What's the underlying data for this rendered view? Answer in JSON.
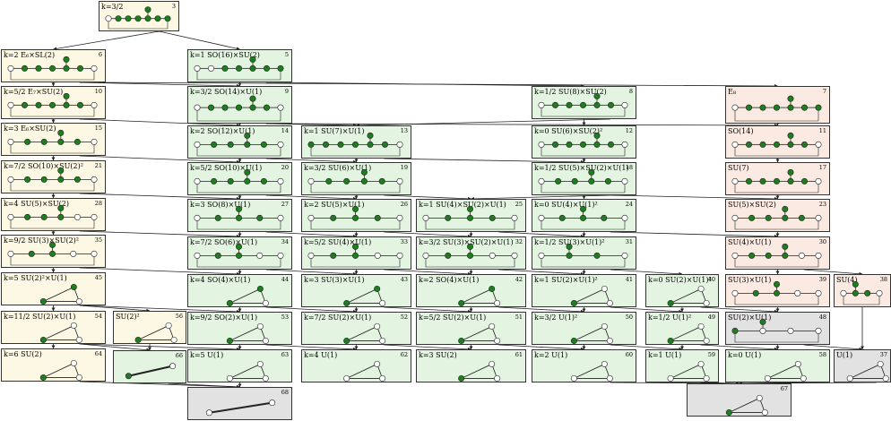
{
  "nodes": [
    {
      "id": "3",
      "label": "k=3/2",
      "color": "yellow",
      "kind": "chain",
      "n": 7,
      "filled": [
        1,
        2,
        3,
        4,
        5,
        6
      ]
    },
    {
      "id": "6",
      "label": "k=2  E₆×SL(2)",
      "color": "yellow",
      "kind": "chain",
      "n": 7,
      "filled": [
        1,
        2,
        3,
        4,
        5
      ]
    },
    {
      "id": "5",
      "label": "k=1  SO(16)×SU(2)",
      "color": "green",
      "kind": "chain",
      "n": 7,
      "filled": [
        2,
        3,
        4,
        5,
        6
      ]
    },
    {
      "id": "10",
      "label": "k=5/2  E₇×SU(2)",
      "color": "yellow",
      "kind": "chain",
      "n": 7,
      "filled": [
        1,
        2,
        3,
        4,
        5
      ]
    },
    {
      "id": "9",
      "label": "k=3/2  SO(14)×U(1)",
      "color": "green",
      "kind": "chain",
      "n": 7,
      "filled": [
        1,
        2,
        3,
        4,
        5
      ]
    },
    {
      "id": "8",
      "label": "k=1/2  SU(8)×SU(2)",
      "color": "green",
      "kind": "chain",
      "n": 7,
      "filled": [
        1,
        2,
        3,
        4,
        5
      ]
    },
    {
      "id": "7",
      "label": "E₈",
      "color": "pink",
      "kind": "chain",
      "n": 7,
      "filled": [
        1,
        2,
        3,
        4,
        5,
        6
      ]
    },
    {
      "id": "15",
      "label": "k=3  E₆×SU(2)",
      "color": "yellow",
      "kind": "chain",
      "n": 6,
      "filled": [
        1,
        2,
        3,
        4
      ]
    },
    {
      "id": "14",
      "label": "k=2  SO(12)×U(1)",
      "color": "green",
      "kind": "chain",
      "n": 6,
      "filled": [
        1,
        2,
        3,
        4
      ]
    },
    {
      "id": "13",
      "label": "k=1  SU(7)×U(1)",
      "color": "green",
      "kind": "chain",
      "n": 7,
      "filled": [
        0,
        1,
        2,
        3,
        4,
        5
      ]
    },
    {
      "id": "12",
      "label": "k=0  SU(6)×SU(2)²",
      "color": "green",
      "kind": "chain",
      "n": 7,
      "filled": [
        1,
        2,
        3,
        4,
        5
      ]
    },
    {
      "id": "11",
      "label": "SO(14)",
      "color": "pink",
      "kind": "chain",
      "n": 7,
      "filled": [
        1,
        2,
        3,
        4,
        5
      ]
    },
    {
      "id": "21",
      "label": "k=7/2  SO(10)×SU(2)²",
      "color": "yellow",
      "kind": "chain",
      "n": 6,
      "filled": [
        1,
        2,
        3,
        4
      ]
    },
    {
      "id": "20",
      "label": "k=5/2  SO(10)×U(1)",
      "color": "green",
      "kind": "chain",
      "n": 6,
      "filled": [
        1,
        2,
        3,
        4
      ]
    },
    {
      "id": "19",
      "label": "k=3/2  SU(6)×U(1)",
      "color": "green",
      "kind": "chain",
      "n": 6,
      "filled": [
        1,
        2,
        3,
        4
      ]
    },
    {
      "id": "18",
      "label": "k=1/2  SU(5)×SU(2)×U(1)",
      "color": "green",
      "kind": "chain",
      "n": 6,
      "filled": [
        1,
        2,
        3,
        4
      ]
    },
    {
      "id": "17",
      "label": "SU(7)",
      "color": "pink",
      "kind": "chain",
      "n": 7,
      "filled": [
        1,
        2,
        3,
        4,
        5
      ]
    },
    {
      "id": "28",
      "label": "k=4  SU(5)×SU(2)",
      "color": "yellow",
      "kind": "chain",
      "n": 6,
      "filled": [
        1,
        2,
        3
      ]
    },
    {
      "id": "27",
      "label": "k=3  SO(8)×U(1)",
      "color": "green",
      "kind": "chain",
      "n": 5,
      "filled": [
        1,
        2,
        3
      ]
    },
    {
      "id": "26",
      "label": "k=2  SU(5)×U(1)",
      "color": "green",
      "kind": "chain",
      "n": 5,
      "filled": [
        1,
        2,
        3
      ]
    },
    {
      "id": "25",
      "label": "k=1  SU(4)×SU(2)×U(1)",
      "color": "green",
      "kind": "chain",
      "n": 5,
      "filled": [
        1,
        2,
        3
      ]
    },
    {
      "id": "24",
      "label": "k=0  SU(4)×U(1)²",
      "color": "green",
      "kind": "chain",
      "n": 5,
      "filled": [
        1,
        2,
        3
      ]
    },
    {
      "id": "23",
      "label": "SU(5)×SU(2)",
      "color": "pink",
      "kind": "chain",
      "n": 6,
      "filled": [
        1,
        2,
        3,
        4
      ]
    },
    {
      "id": "35",
      "label": "k=9/2  SU(3)×SU(2)²",
      "color": "yellow",
      "kind": "chain",
      "n": 5,
      "filled": [
        1,
        2
      ]
    },
    {
      "id": "34",
      "label": "k=7/2  SO(6)×U(1)",
      "color": "green",
      "kind": "chain",
      "n": 5,
      "filled": [
        1,
        2
      ]
    },
    {
      "id": "33",
      "label": "k=5/2  SU(4)×U(1)",
      "color": "green",
      "kind": "chain",
      "n": 5,
      "filled": [
        1,
        2
      ]
    },
    {
      "id": "32",
      "label": "k=3/2  SU(3)×SU(2)×U(1)",
      "color": "green",
      "kind": "chain",
      "n": 5,
      "filled": [
        1,
        2
      ]
    },
    {
      "id": "31",
      "label": "k=1/2  SU(3)×U(1)²",
      "color": "green",
      "kind": "chain",
      "n": 4,
      "filled": [
        1,
        2
      ]
    },
    {
      "id": "30",
      "label": "SU(4)×U(1)",
      "color": "pink",
      "kind": "chain",
      "n": 6,
      "filled": [
        1,
        2,
        3
      ]
    },
    {
      "id": "45",
      "label": "k=5  SU(2)²×U(1)",
      "color": "yellow",
      "kind": "tri",
      "filled": [
        0,
        1
      ]
    },
    {
      "id": "44",
      "label": "k=4  SO(4)×U(1)",
      "color": "green",
      "kind": "tri",
      "filled": [
        0,
        1
      ]
    },
    {
      "id": "43",
      "label": "k=3  SU(3)×U(1)",
      "color": "green",
      "kind": "tri",
      "filled": [
        0,
        1
      ]
    },
    {
      "id": "42",
      "label": "k=2  SO(4)×U(1)",
      "color": "green",
      "kind": "tri",
      "filled": [
        0,
        1
      ]
    },
    {
      "id": "41",
      "label": "k=1  SU(2)×U(1)²",
      "color": "green",
      "kind": "tri",
      "filled": [
        0
      ]
    },
    {
      "id": "40",
      "label": "k=0  SU(2)×U(1)²",
      "color": "green",
      "kind": "tri",
      "filled": [
        0
      ]
    },
    {
      "id": "39",
      "label": "SU(3)×U(1)",
      "color": "pink",
      "kind": "chain",
      "n": 5,
      "filled": [
        1,
        2
      ]
    },
    {
      "id": "38",
      "label": "SU(4)",
      "color": "pink",
      "kind": "chain",
      "n": 4,
      "filled": [
        1,
        2
      ]
    },
    {
      "id": "54",
      "label": "k=11/2  SU(2)×U(1)",
      "color": "yellow",
      "kind": "tri",
      "filled": [
        0
      ]
    },
    {
      "id": "56",
      "label": "SU(2)²",
      "color": "yellow",
      "kind": "tri",
      "filled": [
        0
      ]
    },
    {
      "id": "53",
      "label": "k=9/2  SO(2)×U(1)",
      "color": "green",
      "kind": "tri",
      "filled": [
        0
      ]
    },
    {
      "id": "52",
      "label": "k=7/2  SU(2)×U(1)",
      "color": "green",
      "kind": "tri",
      "filled": [
        0
      ]
    },
    {
      "id": "51",
      "label": "k=5/2  SU(2)×U(1)",
      "color": "green",
      "kind": "tri",
      "filled": [
        0
      ]
    },
    {
      "id": "50",
      "label": "k=3/2  U(1)²",
      "color": "green",
      "kind": "tri",
      "filled": [
        0
      ]
    },
    {
      "id": "49",
      "label": "k=1/2  U(1)²",
      "color": "green",
      "kind": "tri",
      "filled": [
        0
      ]
    },
    {
      "id": "48",
      "label": "SU(2)×U(1)",
      "color": "gray",
      "kind": "chain",
      "n": 4,
      "filled": [
        0
      ]
    },
    {
      "id": "64",
      "label": "k=6  SU(2)",
      "color": "yellow",
      "kind": "tri",
      "filled": [
        0
      ]
    },
    {
      "id": "66",
      "label": "",
      "color": "green",
      "kind": "line",
      "filled": [
        0
      ]
    },
    {
      "id": "63",
      "label": "k=5  U(1)",
      "color": "green",
      "kind": "tri",
      "filled": []
    },
    {
      "id": "62",
      "label": "k=4  U(1)",
      "color": "green",
      "kind": "tri",
      "filled": []
    },
    {
      "id": "61",
      "label": "k=3  SU(2)",
      "color": "green",
      "kind": "tri",
      "filled": [
        0
      ]
    },
    {
      "id": "60",
      "label": "k=2  U(1)",
      "color": "green",
      "kind": "tri",
      "filled": []
    },
    {
      "id": "59",
      "label": "k=1  U(1)",
      "color": "green",
      "kind": "tri",
      "filled": []
    },
    {
      "id": "58",
      "label": "k=0  U(1)",
      "color": "green",
      "kind": "tri",
      "filled": []
    },
    {
      "id": "37",
      "label": "U(1)",
      "color": "gray",
      "kind": "tri",
      "filled": []
    },
    {
      "id": "68",
      "label": "",
      "color": "gray",
      "kind": "line",
      "filled": []
    },
    {
      "id": "67",
      "label": "",
      "color": "gray",
      "kind": "tri",
      "filled": [
        0
      ]
    }
  ],
  "edges": [
    [
      "3",
      "6"
    ],
    [
      "3",
      "5"
    ],
    [
      "6",
      "10"
    ],
    [
      "6",
      "9"
    ],
    [
      "6",
      "7"
    ],
    [
      "5",
      "9"
    ],
    [
      "5",
      "8"
    ],
    [
      "10",
      "15"
    ],
    [
      "10",
      "14"
    ],
    [
      "9",
      "14"
    ],
    [
      "9",
      "13"
    ],
    [
      "9",
      "11"
    ],
    [
      "8",
      "13"
    ],
    [
      "8",
      "12"
    ],
    [
      "7",
      "11"
    ],
    [
      "15",
      "21"
    ],
    [
      "15",
      "20"
    ],
    [
      "14",
      "20"
    ],
    [
      "14",
      "19"
    ],
    [
      "13",
      "19"
    ],
    [
      "13",
      "18"
    ],
    [
      "12",
      "18"
    ],
    [
      "11",
      "17"
    ],
    [
      "21",
      "28"
    ],
    [
      "21",
      "27"
    ],
    [
      "20",
      "27"
    ],
    [
      "20",
      "26"
    ],
    [
      "19",
      "26"
    ],
    [
      "19",
      "25"
    ],
    [
      "18",
      "25"
    ],
    [
      "18",
      "24"
    ],
    [
      "18",
      "23"
    ],
    [
      "17",
      "23"
    ],
    [
      "28",
      "35"
    ],
    [
      "28",
      "34"
    ],
    [
      "27",
      "34"
    ],
    [
      "27",
      "33"
    ],
    [
      "26",
      "33"
    ],
    [
      "26",
      "32"
    ],
    [
      "25",
      "32"
    ],
    [
      "25",
      "31"
    ],
    [
      "24",
      "31"
    ],
    [
      "24",
      "30"
    ],
    [
      "23",
      "30"
    ],
    [
      "35",
      "45"
    ],
    [
      "35",
      "44"
    ],
    [
      "34",
      "44"
    ],
    [
      "34",
      "43"
    ],
    [
      "33",
      "43"
    ],
    [
      "33",
      "42"
    ],
    [
      "32",
      "42"
    ],
    [
      "32",
      "41"
    ],
    [
      "31",
      "41"
    ],
    [
      "31",
      "40"
    ],
    [
      "30",
      "39"
    ],
    [
      "30",
      "38"
    ],
    [
      "45",
      "54"
    ],
    [
      "45",
      "56"
    ],
    [
      "45",
      "53"
    ],
    [
      "44",
      "53"
    ],
    [
      "44",
      "52"
    ],
    [
      "43",
      "52"
    ],
    [
      "43",
      "51"
    ],
    [
      "42",
      "51"
    ],
    [
      "42",
      "50"
    ],
    [
      "41",
      "50"
    ],
    [
      "41",
      "49"
    ],
    [
      "40",
      "49"
    ],
    [
      "40",
      "48"
    ],
    [
      "39",
      "48"
    ],
    [
      "54",
      "64"
    ],
    [
      "54",
      "66"
    ],
    [
      "54",
      "63"
    ],
    [
      "56",
      "66"
    ],
    [
      "53",
      "63"
    ],
    [
      "53",
      "62"
    ],
    [
      "52",
      "62"
    ],
    [
      "52",
      "61"
    ],
    [
      "51",
      "61"
    ],
    [
      "51",
      "60"
    ],
    [
      "50",
      "60"
    ],
    [
      "50",
      "59"
    ],
    [
      "49",
      "59"
    ],
    [
      "49",
      "58"
    ],
    [
      "48",
      "58"
    ],
    [
      "48",
      "37"
    ],
    [
      "38",
      "37"
    ],
    [
      "64",
      "68"
    ],
    [
      "66",
      "68"
    ],
    [
      "63",
      "68"
    ],
    [
      "60",
      "67"
    ],
    [
      "59",
      "67"
    ],
    [
      "58",
      "67"
    ],
    [
      "37",
      "67"
    ]
  ]
}
